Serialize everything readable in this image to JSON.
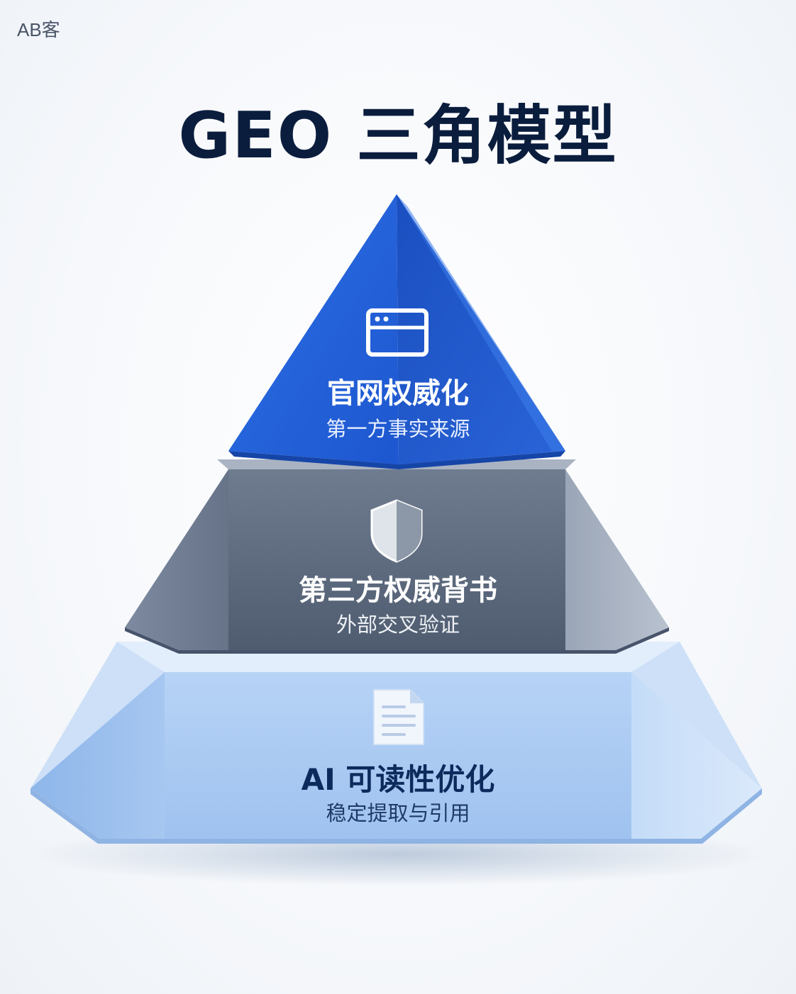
{
  "brand": "AB客",
  "title": "GEO 三角模型",
  "tiers": [
    {
      "title": "官网权威化",
      "subtitle": "第一方事实来源",
      "icon": "browser-window-icon",
      "color": "#1f5fd6"
    },
    {
      "title": "第三方权威背书",
      "subtitle": "外部交叉验证",
      "icon": "shield-icon",
      "color": "#5c6a7e"
    },
    {
      "title": "AI 可读性优化",
      "subtitle": "稳定提取与引用",
      "icon": "document-icon",
      "color": "#a9caf3"
    }
  ]
}
